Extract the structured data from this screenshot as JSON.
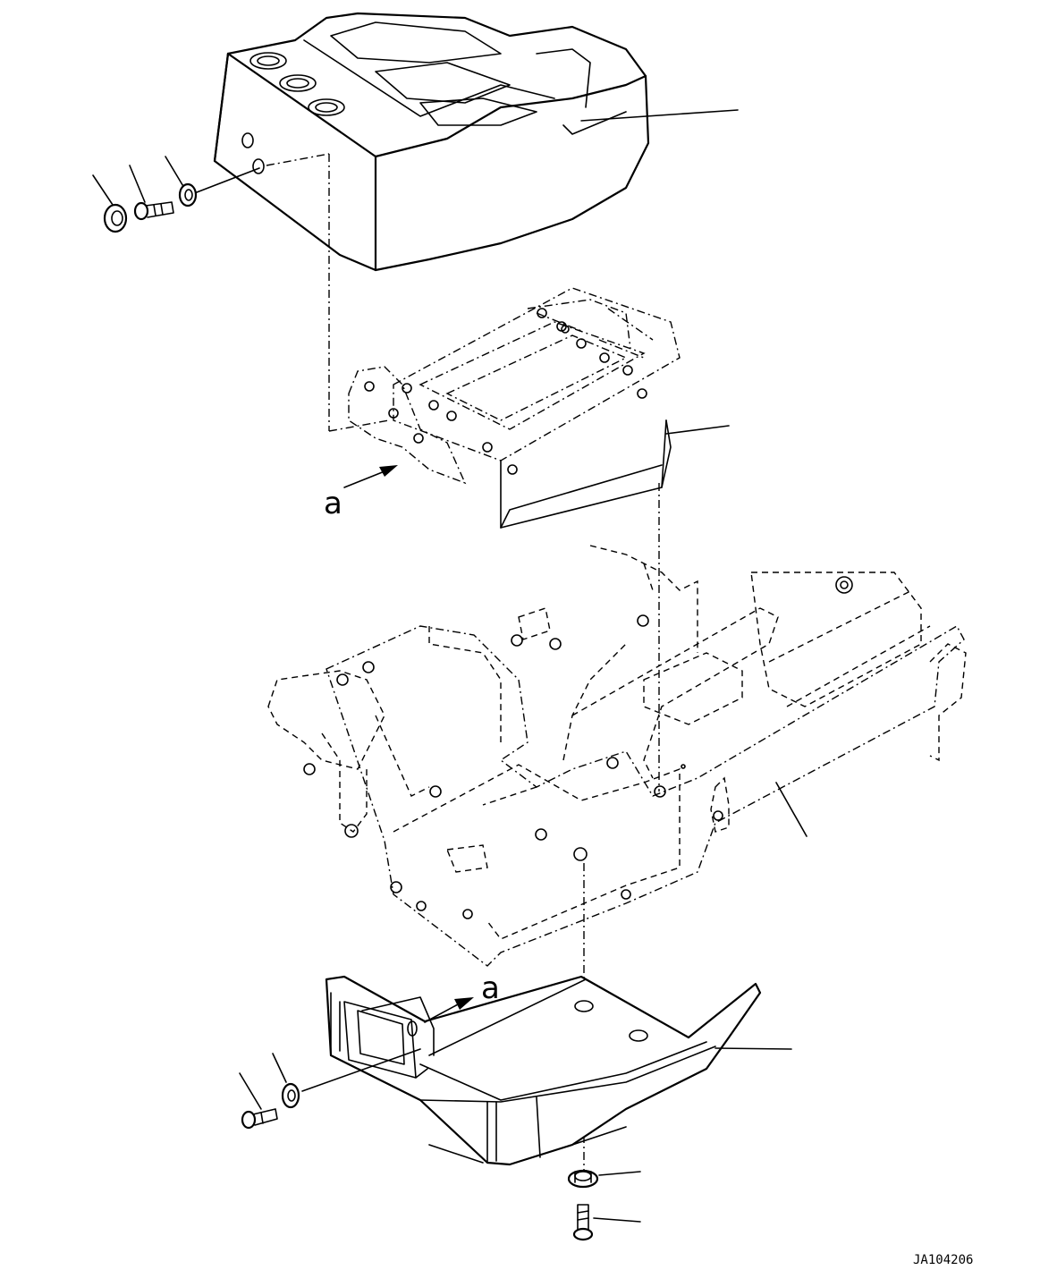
{
  "drawing": {
    "view_arrow_label_upper": "a",
    "view_arrow_label_lower": "a",
    "drawing_code": "JA104206"
  }
}
